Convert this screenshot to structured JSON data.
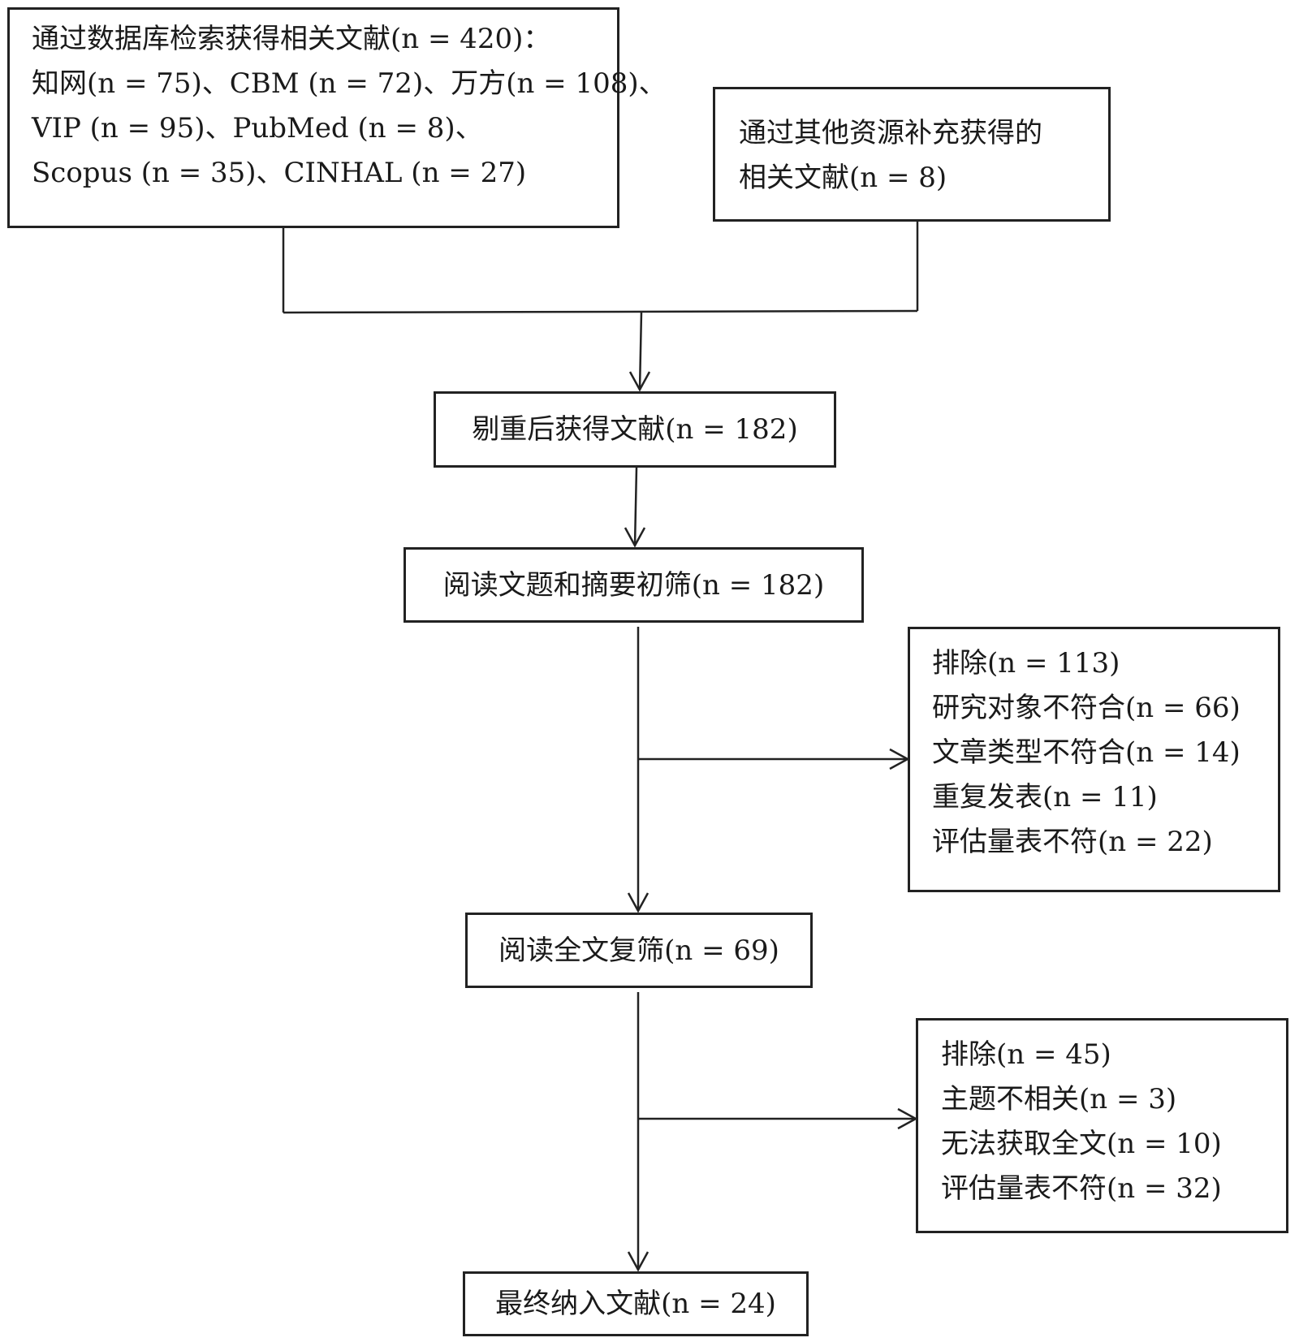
{
  "nodes": {
    "database": {
      "lines": [
        "通过数据库检索获得相关文献(n = 420)：",
        "知网(n = 75)、CBM (n = 72)、万方(n = 108)、",
        "VIP (n = 95)、PubMed (n = 8)、",
        "Scopus (n = 35)、CINHAL (n = 27)"
      ]
    },
    "other_sources": {
      "lines": [
        "通过其他资源补充获得的",
        "相关文献(n = 8)"
      ]
    },
    "dedup": {
      "text": "剔重后获得文献(n = 182)"
    },
    "title_abstract": {
      "text": "阅读文题和摘要初筛(n = 182)"
    },
    "exclusion_1": {
      "lines": [
        "排除(n = 113)",
        "研究对象不符合(n = 66)",
        "文章类型不符合(n = 14)",
        "重复发表(n = 11)",
        "评估量表不符(n = 22)"
      ]
    },
    "full_text": {
      "text": "阅读全文复筛(n = 69)"
    },
    "exclusion_2": {
      "lines": [
        "排除(n = 45)",
        "主题不相关(n = 3)",
        "无法获取全文(n = 10)",
        "评估量表不符(n = 32)"
      ]
    },
    "final": {
      "text": "最终纳入文献(n = 24)"
    }
  }
}
